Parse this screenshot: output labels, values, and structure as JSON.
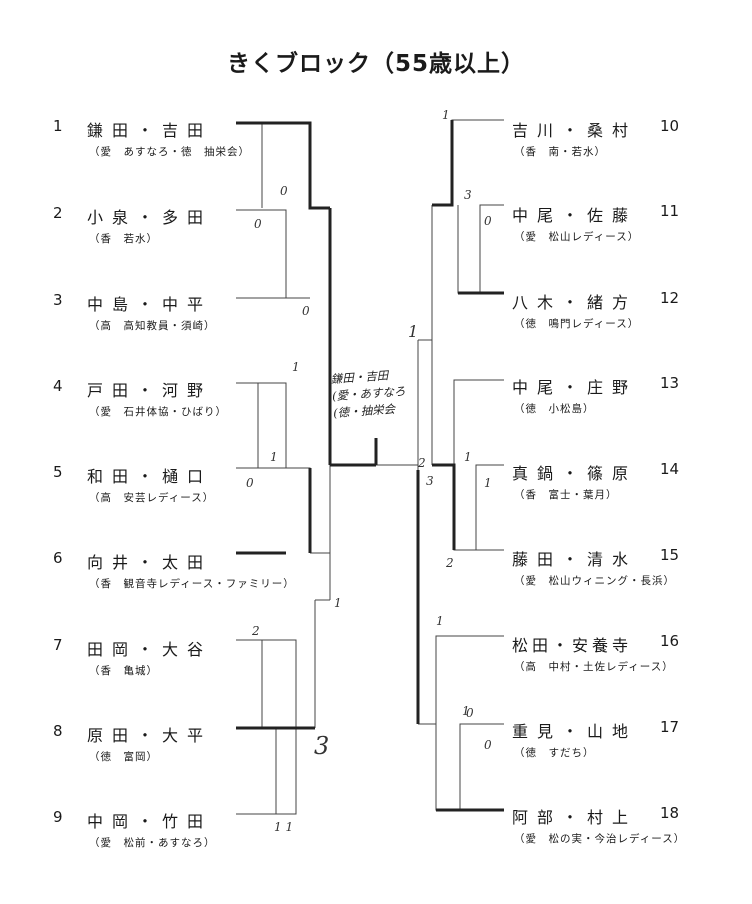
{
  "title": "きくブロック（55歳以上）",
  "left_entries": [
    {
      "num": "1",
      "name": "鎌田・吉田",
      "team": "（愛　あすなろ・徳　抽栄会）"
    },
    {
      "num": "2",
      "name": "小泉・多田",
      "team": "（香　若水）"
    },
    {
      "num": "3",
      "name": "中島・中平",
      "team": "（高　高知教員・須崎）"
    },
    {
      "num": "4",
      "name": "戸田・河野",
      "team": "（愛　石井体協・ひばり）"
    },
    {
      "num": "5",
      "name": "和田・樋口",
      "team": "（高　安芸レディース）"
    },
    {
      "num": "6",
      "name": "向井・太田",
      "team": "（香　観音寺レディース・ファミリー）"
    },
    {
      "num": "7",
      "name": "田岡・大谷",
      "team": "（香　亀城）"
    },
    {
      "num": "8",
      "name": "原田・大平",
      "team": "（徳　富岡）"
    },
    {
      "num": "9",
      "name": "中岡・竹田",
      "team": "（愛　松前・あすなろ）"
    }
  ],
  "right_entries": [
    {
      "num": "10",
      "name": "吉川・桑村",
      "team": "（香　南・若水）"
    },
    {
      "num": "11",
      "name": "中尾・佐藤",
      "team": "（愛　松山レディース）"
    },
    {
      "num": "12",
      "name": "八木・緒方",
      "team": "（徳　鳴門レディース）"
    },
    {
      "num": "13",
      "name": "中尾・庄野",
      "team": "（徳　小松島）"
    },
    {
      "num": "14",
      "name": "真鍋・篠原",
      "team": "（香　富士・葉月）"
    },
    {
      "num": "15",
      "name": "藤田・清水",
      "team": "（愛　松山ウィニング・長浜）"
    },
    {
      "num": "16",
      "name": "松田・安養寺",
      "team": "（高　中村・土佐レディース）"
    },
    {
      "num": "17",
      "name": "重見・山地",
      "team": "（徳　すだち）"
    },
    {
      "num": "18",
      "name": "阿部・村上",
      "team": "（愛　松の実・今治レディース）"
    }
  ],
  "winner_note": [
    "鎌田・吉田",
    "(愛・あすなろ",
    "(徳・抽栄会"
  ],
  "scores": {
    "s1": "0",
    "s2": "0",
    "s3": "0",
    "s4": "1",
    "s5": "1",
    "s6": "0",
    "s7": "2",
    "s8": "3",
    "s9": "1 1",
    "s10": "1",
    "s11": "1",
    "s12": "3",
    "s13": "0",
    "s14": "1",
    "s15": "1",
    "s16": "2",
    "s17": "3",
    "s18": "2",
    "s19": "1",
    "s20": "1",
    "s21": "0",
    "s22": "0",
    "s23": "1"
  }
}
